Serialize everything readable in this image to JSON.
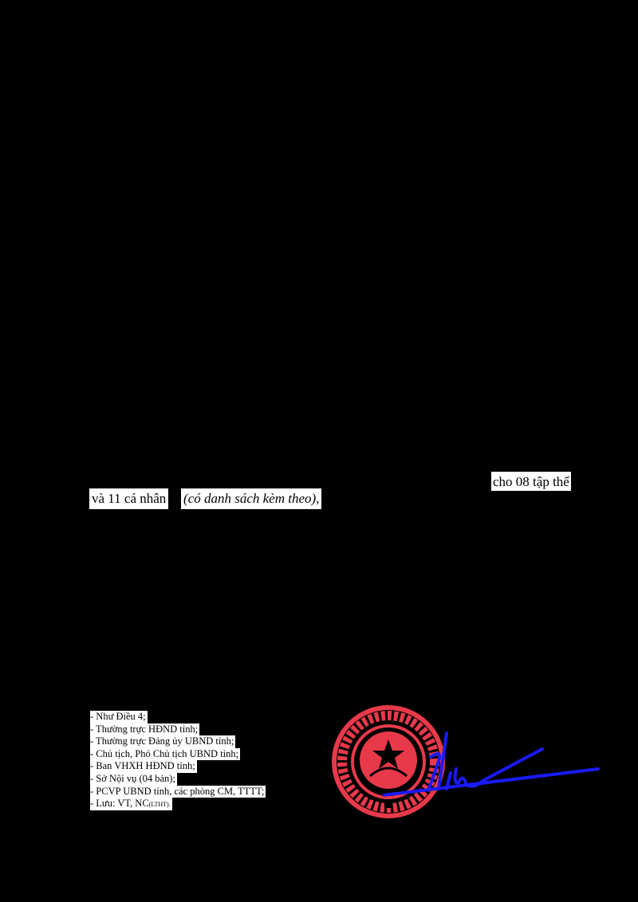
{
  "body_text": {
    "line1_end": "cho 08 tập thể",
    "line2_start": "và 11 cá nhân",
    "line2_italic": "(có danh sách kèm theo),"
  },
  "recipients": {
    "items": [
      "- Như Điều 4;",
      "- Thường trực HĐND tỉnh;",
      "- Thường trực Đảng ủy UBND tỉnh;",
      "- Chủ tịch, Phó Chủ tịch UBND tỉnh;",
      "- Ban VHXH HĐND tỉnh;",
      "- Sở Nội vụ (04 bản);",
      "- PCVP UBND tỉnh, các phòng CM, TTTT;"
    ],
    "last_prefix": "- Lưu: VT, NC",
    "last_suffix": "(LTHT)."
  },
  "seal": {
    "color": "#e8394a"
  },
  "signature": {
    "color": "#1a1aff"
  }
}
